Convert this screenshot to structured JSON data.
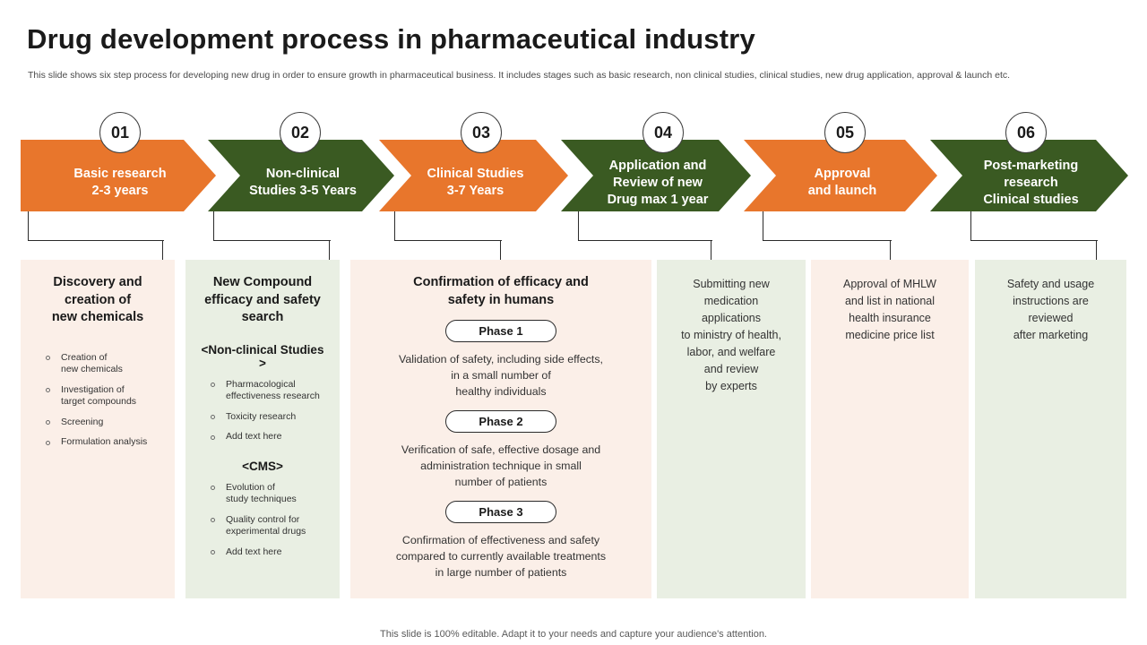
{
  "header": {
    "title": "Drug development process in pharmaceutical industry",
    "subtitle": "This slide shows six step process for developing new drug in order to ensure growth in pharmaceutical business. It includes stages such as basic research, non clinical studies, clinical studies, new drug application, approval & launch etc."
  },
  "colors": {
    "orange": "#E8762C",
    "green": "#3A5A22",
    "card_peach": "#FBEFE8",
    "card_mint": "#E9EFE3",
    "connector": "#2B2B2B"
  },
  "steps": [
    {
      "number": "01",
      "label": "Basic research\n2-3 years",
      "color": "orange"
    },
    {
      "number": "02",
      "label": "Non-clinical\nStudies 3-5 Years",
      "color": "green"
    },
    {
      "number": "03",
      "label": "Clinical Studies\n3-7 Years",
      "color": "orange"
    },
    {
      "number": "04",
      "label": "Application and\nReview of new\nDrug max 1 year",
      "color": "green"
    },
    {
      "number": "05",
      "label": "Approval\nand launch",
      "color": "orange"
    },
    {
      "number": "06",
      "label": "Post-marketing\nresearch\nClinical studies",
      "color": "green"
    }
  ],
  "cards": [
    {
      "tone": "peach",
      "title": "Discovery and\ncreation of\nnew chemicals",
      "bullets": [
        "Creation of\nnew chemicals",
        "Investigation of\ntarget compounds",
        "Screening",
        "Formulation analysis"
      ]
    },
    {
      "tone": "mint",
      "title": "New Compound\nefficacy and safety\nsearch",
      "section_1_head": "<Non-clinical Studies >",
      "section_1_bullets": [
        "Pharmacological\neffectiveness research",
        "Toxicity research",
        "Add text here"
      ],
      "section_2_head": "<CMS>",
      "section_2_bullets": [
        "Evolution of\nstudy techniques",
        "Quality control for\nexperimental drugs",
        "Add text here"
      ]
    },
    {
      "tone": "peach",
      "title": "Confirmation of efficacy and\nsafety in humans",
      "phases": [
        {
          "pill": "Phase 1",
          "text": "Validation of safety, including side effects,\nin a small number of\nhealthy individuals"
        },
        {
          "pill": "Phase 2",
          "text": "Verification of safe, effective dosage and\nadministration technique in small\nnumber of patients"
        },
        {
          "pill": "Phase 3",
          "text": "Confirmation of effectiveness and safety\ncompared to currently available treatments\nin large number of patients"
        }
      ]
    },
    {
      "tone": "mint",
      "body": "Submitting new\nmedication\napplications\nto ministry of health,\nlabor, and welfare\nand review\nby experts"
    },
    {
      "tone": "peach",
      "body": "Approval of MHLW\nand list in national\nhealth insurance\nmedicine price list"
    },
    {
      "tone": "mint",
      "body": "Safety and usage\ninstructions are\nreviewed\nafter marketing"
    }
  ],
  "footer": {
    "note": "This slide is 100% editable. Adapt it to your needs and capture your audience's attention."
  }
}
